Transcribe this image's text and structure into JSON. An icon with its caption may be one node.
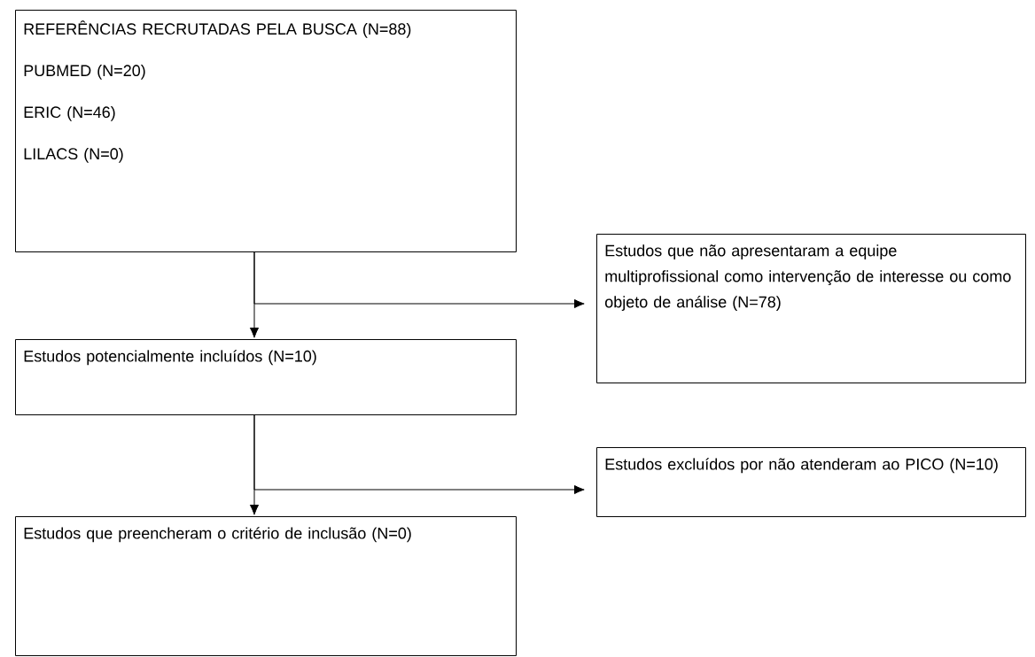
{
  "diagram": {
    "nodes": [
      {
        "text": [
          "REFERÊNCIAS RECRUTADAS PELA BUSCA (N=88)",
          "PUBMED (N=20)",
          "ERIC (N=46)",
          "LILACS (N=0)"
        ]
      },
      {
        "text": [
          "Estudos que não apresentaram a equipe multiprofissional como intervenção de interesse ou como objeto de análise (N=78)"
        ]
      },
      {
        "text": [
          "Estudos potencialmente incluídos (N=10)"
        ]
      },
      {
        "text": [
          "Estudos excluídos por não atenderam ao PICO (N=10)"
        ]
      },
      {
        "text": [
          "Estudos que preencheram o critério de inclusão (N=0)"
        ]
      }
    ],
    "edges": [
      {
        "from": 0,
        "to": 2,
        "arrow": "to"
      },
      {
        "from": 0,
        "to": 1,
        "arrow": "to"
      },
      {
        "from": 2,
        "to": 4,
        "arrow": "to"
      },
      {
        "from": 2,
        "to": 3,
        "arrow": "to"
      }
    ]
  }
}
